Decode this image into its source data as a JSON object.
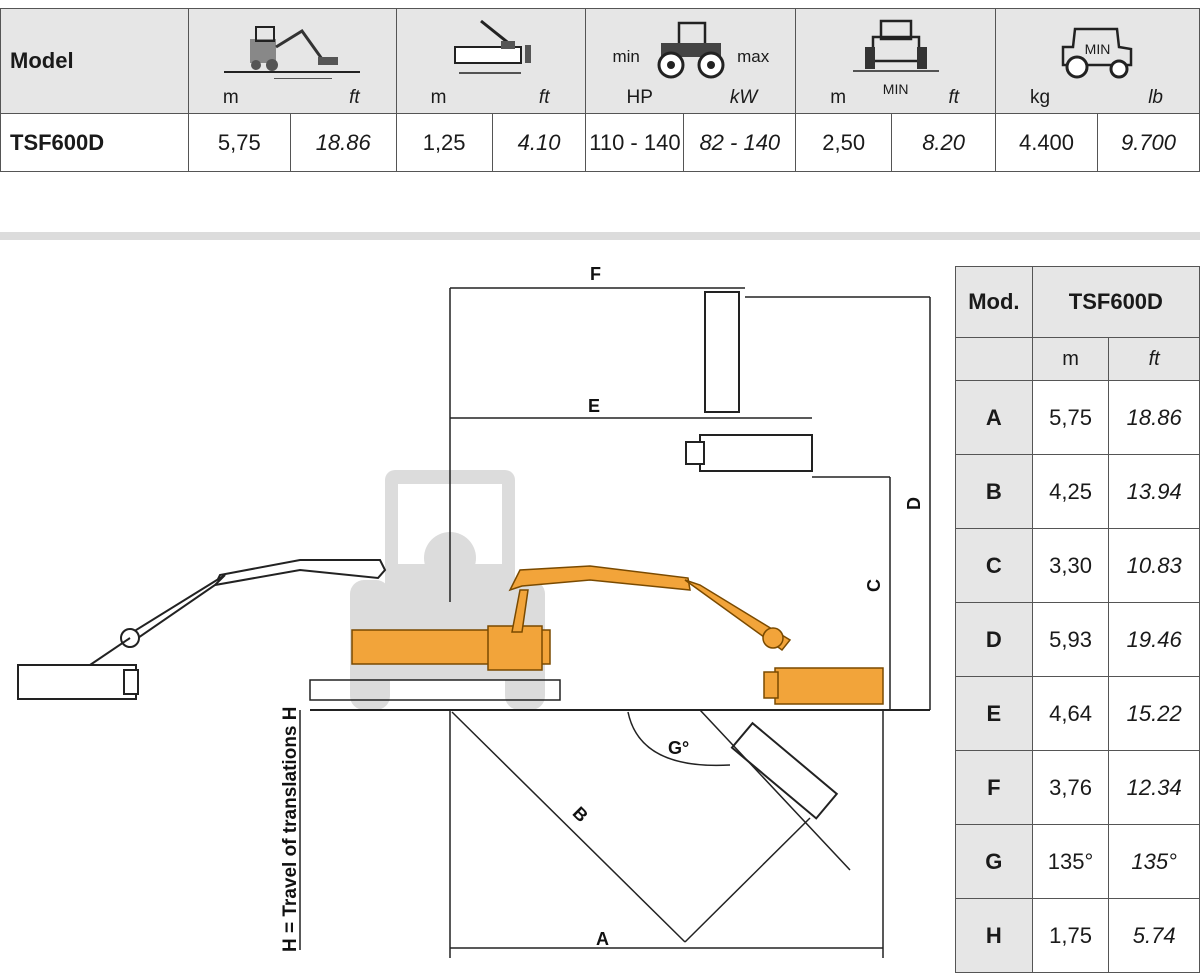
{
  "top_table": {
    "model_label": "Model",
    "model": "TSF600D",
    "columns": [
      {
        "icon": "reach-icon",
        "unit_m": "m",
        "unit_ft": "ft",
        "v_m": "5,75",
        "v_ft": "18.86"
      },
      {
        "icon": "mower-width-icon",
        "unit_m": "m",
        "unit_ft": "ft",
        "v_m": "1,25",
        "v_ft": "4.10"
      },
      {
        "icon": "tractor-power-icon",
        "unit_m": "HP",
        "unit_ft": "kW",
        "v_m": "110 - 140",
        "v_ft": "82 - 140",
        "min": "min",
        "max": "max"
      },
      {
        "icon": "tractor-width-icon",
        "unit_m": "m",
        "unit_ft": "ft",
        "v_m": "2,50",
        "v_ft": "8.20",
        "label": "MIN"
      },
      {
        "icon": "tractor-weight-icon",
        "unit_m": "kg",
        "unit_ft": "lb",
        "v_m": "4.400",
        "v_ft": "9.700",
        "label": "MIN"
      }
    ]
  },
  "diagram": {
    "labels": {
      "A": "A",
      "B": "B",
      "C": "C",
      "D": "D",
      "E": "E",
      "F": "F",
      "G": "G°",
      "H": "H = Travel of translations H"
    }
  },
  "side_table": {
    "mod_label": "Mod.",
    "model": "TSF600D",
    "unit_m": "m",
    "unit_ft": "ft",
    "rows": [
      {
        "k": "A",
        "m": "5,75",
        "ft": "18.86"
      },
      {
        "k": "B",
        "m": "4,25",
        "ft": "13.94"
      },
      {
        "k": "C",
        "m": "3,30",
        "ft": "10.83"
      },
      {
        "k": "D",
        "m": "5,93",
        "ft": "19.46"
      },
      {
        "k": "E",
        "m": "4,64",
        "ft": "15.22"
      },
      {
        "k": "F",
        "m": "3,76",
        "ft": "12.34"
      },
      {
        "k": "G",
        "m": "135°",
        "ft": "135°"
      },
      {
        "k": "H",
        "m": "1,75",
        "ft": "5.74"
      }
    ]
  },
  "colors": {
    "arm": "#f2a43a",
    "arm_dark": "#c47a10",
    "tractor": "#d9d9d9",
    "header_bg": "#e6e6e6"
  }
}
